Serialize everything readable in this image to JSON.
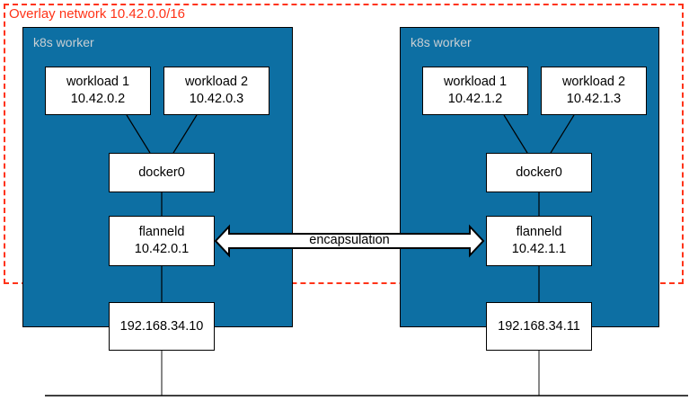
{
  "diagram": {
    "overlay": {
      "title": "Overlay network 10.42.0.0/16",
      "border_color": "#ff3318"
    },
    "link": {
      "label": "encapsulation"
    },
    "colors": {
      "worker_fill": "#0d6fa3",
      "worker_label": "#c9cfd3",
      "node_fill": "#ffffff",
      "stroke": "#000000",
      "overlay_red": "#ff3318"
    },
    "workers": [
      {
        "label": "k8s worker",
        "workloads": [
          {
            "name": "workload 1",
            "ip": "10.42.0.2"
          },
          {
            "name": "workload 2",
            "ip": "10.42.0.3"
          }
        ],
        "bridge": {
          "name": "docker0"
        },
        "flannel": {
          "name": "flanneld",
          "ip": "10.42.0.1"
        },
        "host_ip": "192.168.34.10"
      },
      {
        "label": "k8s worker",
        "workloads": [
          {
            "name": "workload 1",
            "ip": "10.42.1.2"
          },
          {
            "name": "workload 2",
            "ip": "10.42.1.3"
          }
        ],
        "bridge": {
          "name": "docker0"
        },
        "flannel": {
          "name": "flanneld",
          "ip": "10.42.1.1"
        },
        "host_ip": "192.168.34.11"
      }
    ]
  }
}
